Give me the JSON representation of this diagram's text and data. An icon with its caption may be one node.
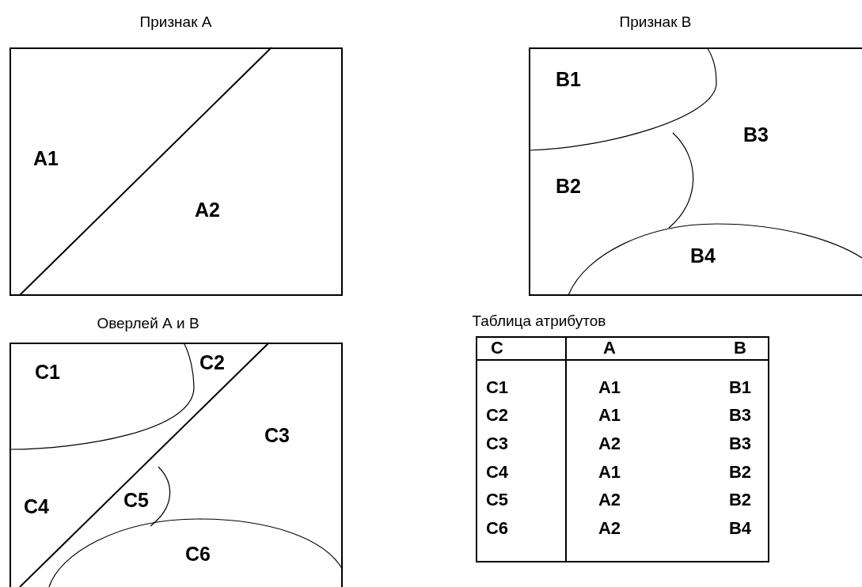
{
  "diagram": {
    "nodes": [
      {
        "text": [
          "Признак А"
        ]
      },
      {
        "text": [
          "Признак В"
        ]
      },
      {
        "text": [
          "Оверлей А и В"
        ]
      },
      {
        "text": [
          "Таблица атрибутов"
        ]
      }
    ],
    "labels": [
      "A1",
      "A2",
      "B1",
      "B3",
      "B2",
      "B4",
      "C1",
      "C2",
      "C3",
      "C4",
      "C5",
      "C6",
      "C",
      "A",
      "B",
      "C1",
      "A1",
      "B1",
      "C2",
      "A1",
      "B3",
      "C3",
      "A2",
      "B3",
      "C4",
      "A1",
      "B2",
      "C5",
      "A2",
      "B2",
      "C6",
      "A2",
      "B4"
    ]
  }
}
